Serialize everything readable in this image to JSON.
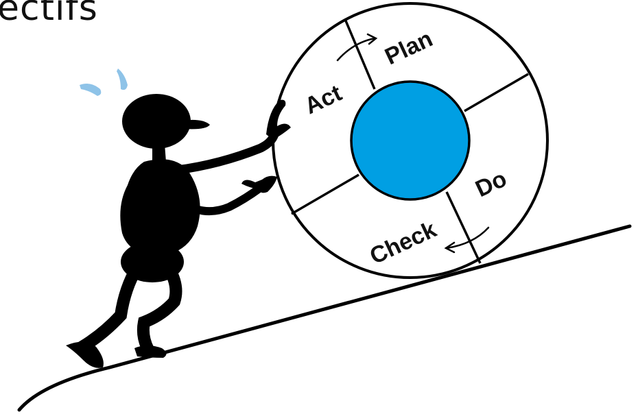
{
  "header": {
    "title_fragment": "ectifs"
  },
  "cycle": {
    "labels": {
      "plan": "Plan",
      "do": "Do",
      "check": "Check",
      "act": "Act"
    },
    "hub_color": "#009fe3"
  },
  "illustration": {
    "figure_color": "#000000",
    "sweat_color": "#8ec3e8",
    "icons": [
      "person-pushing-icon",
      "sweat-drops-icon",
      "pdca-wheel-icon",
      "slope-icon"
    ]
  }
}
